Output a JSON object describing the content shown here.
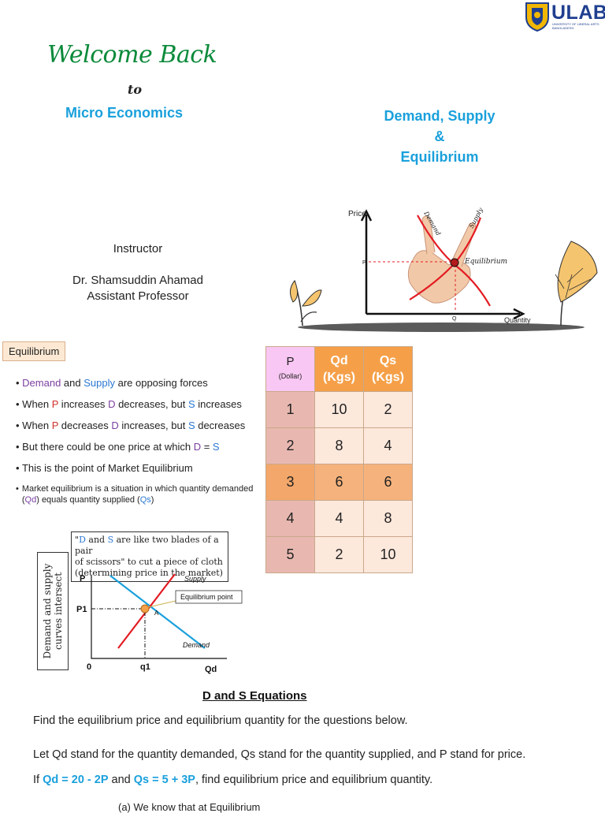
{
  "logo": {
    "name": "ULAB",
    "subtitle": "UNIVERSITY OF LIBERAL ARTS BANGLADESH"
  },
  "title": {
    "welcome": "Welcome Back",
    "to": "to",
    "course": "Micro Economics"
  },
  "topic": {
    "line1": "Demand, Supply",
    "line2": "&",
    "line3": "Equilibrium"
  },
  "instructor": {
    "label": "Instructor",
    "name": "Dr. Shamsuddin Ahamad",
    "position": "Assistant Professor"
  },
  "hand_graph": {
    "price": "Price",
    "quantity": "Quantity",
    "p": "P",
    "q": "Q",
    "demand": "Demand",
    "supply": "Supply",
    "equilibrium": "Equilibrium"
  },
  "section_label": "Equilibrium",
  "bullets": {
    "b1": {
      "demand": "Demand",
      "and": " and ",
      "supply": "Supply",
      "rest": " are opposing forces"
    },
    "b2": {
      "t1": "When ",
      "p": "P",
      "t2": " increases ",
      "d": "D",
      "t3": " decreases, but ",
      "s": "S",
      "t4": " increases"
    },
    "b3": {
      "t1": "When ",
      "p": "P",
      "t2": " decreases ",
      "d": "D",
      "t3": " increases, but ",
      "s": "S",
      "t4": " decreases"
    },
    "b4": {
      "t1": "But there could be one price at which ",
      "d": "D",
      "t2": " = ",
      "s": "S"
    },
    "b5": "This is the point of Market Equilibrium",
    "b6": {
      "t1": "Market equilibrium is a situation in which quantity demanded (",
      "qd": "Qd",
      "t2": ") equals quantity supplied (",
      "qs": "Qs",
      "t3": ")"
    }
  },
  "table": {
    "header": {
      "p": "P",
      "p_unit": "(Dollar)",
      "qd": "Qd",
      "qd_unit": "(Kgs)",
      "qs": "Qs",
      "qs_unit": "(Kgs)"
    },
    "rows": [
      {
        "p": "1",
        "qd": "10",
        "qs": "2"
      },
      {
        "p": "2",
        "qd": "8",
        "qs": "4"
      },
      {
        "p": "3",
        "qd": "6",
        "qs": "6"
      },
      {
        "p": "4",
        "qd": "4",
        "qs": "8"
      },
      {
        "p": "5",
        "qd": "2",
        "qs": "10"
      }
    ]
  },
  "scissors": {
    "quote_open": "\"",
    "d": "D",
    "and": " and ",
    "s": "S",
    "rest1": " are like two blades of a pair",
    "line2": "of scissors\" to cut a piece of cloth",
    "line3": "(determining price in the market)",
    "side": "Demand and supply curves intersect",
    "p": "P",
    "p1": "P1",
    "zero": "0",
    "q1": "q1",
    "qd": "Qd",
    "supply": "Supply",
    "demand": "Demand",
    "a": "A",
    "eq_point": "Equilibrium point"
  },
  "equations": {
    "header": "D and S Equations",
    "line1": "Find the equilibrium price and equilibrium quantity for the questions below.",
    "line2": "Let Qd stand for the quantity demanded, Qs stand for the quantity supplied, and P stand for price.",
    "line3": {
      "if": "If ",
      "qd_eq": "Qd = 20 - 2P",
      "and": " and ",
      "qs_eq": "Qs = 5 + 3P",
      "rest": ", find equilibrium price and equilibrium quantity."
    },
    "line4": "(a)  We know that at Equilibrium"
  },
  "colors": {
    "green": "#0a8a3a",
    "cyan": "#1aa0dc",
    "orange": "#f5a049",
    "pink": "#f9c7f3"
  }
}
